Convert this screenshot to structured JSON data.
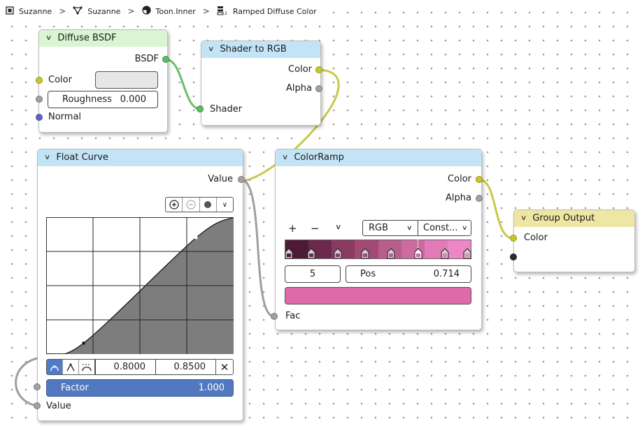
{
  "breadcrumb": [
    {
      "label": "Suzanne",
      "icon": "object-icon"
    },
    {
      "label": "Suzanne",
      "icon": "mesh-icon"
    },
    {
      "label": "Toon.Inner",
      "icon": "material-icon"
    },
    {
      "label": "Ramped Diffuse Color",
      "icon": "node-group-icon"
    }
  ],
  "nodes": {
    "diffuse": {
      "title": "Diffuse BSDF",
      "out_bsdf": "BSDF",
      "in_color": "Color",
      "color_value": "#e6e6e6",
      "roughness_label": "Roughness",
      "roughness_value": "0.000",
      "in_normal": "Normal"
    },
    "shader_to_rgb": {
      "title": "Shader to RGB",
      "out_color": "Color",
      "out_alpha": "Alpha",
      "in_shader": "Shader"
    },
    "float_curve": {
      "title": "Float Curve",
      "out_value": "Value",
      "x_value": "0.8000",
      "y_value": "0.8500",
      "factor_label": "Factor",
      "factor_value": "1.000",
      "in_value": "Value",
      "tools": [
        "zoom-in-icon",
        "zoom-out-icon",
        "circle-icon",
        "chevron-down-icon"
      ],
      "handle_types": [
        "auto-handle-icon",
        "vector-handle-icon",
        "auto-clamped-handle-icon"
      ]
    },
    "color_ramp": {
      "title": "ColorRamp",
      "out_color": "Color",
      "out_alpha": "Alpha",
      "in_fac": "Fac",
      "add_label": "+",
      "remove_label": "−",
      "color_mode": "RGB",
      "interpolation": "Const...",
      "stop_index": "5",
      "pos_label": "Pos",
      "pos_value": "0.714",
      "active_color": "#df6aaa",
      "bands": [
        "#4d1b36",
        "#6b2a4d",
        "#8a3a63",
        "#a34975",
        "#b85d8c",
        "#cc6ba0",
        "#e07bb8",
        "#ec86c4"
      ],
      "stops": [
        0.0,
        0.143,
        0.286,
        0.429,
        0.571,
        0.714,
        0.857,
        1.0
      ]
    },
    "group_output": {
      "title": "Group Output",
      "in_color": "Color"
    }
  },
  "curve": {
    "points": [
      [
        0,
        0
      ],
      [
        0.2,
        0.08
      ],
      [
        0.8,
        0.85
      ],
      [
        1,
        1
      ]
    ]
  },
  "colors": {
    "socket_color": "#c7c729",
    "socket_shader": "#5dbb60",
    "socket_value": "#a1a1a1",
    "socket_vector": "#6363c7",
    "link_yellow": "#c8c84a",
    "link_green": "#6cbf68",
    "link_grey": "#9e9e9e"
  }
}
